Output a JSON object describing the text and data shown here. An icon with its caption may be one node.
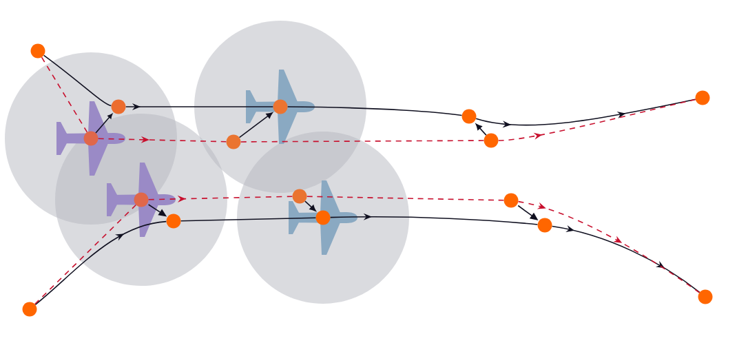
{
  "diagram": {
    "nodes": [
      {
        "text": [],
        "shape": "circle"
      },
      {
        "text": [],
        "shape": "circle"
      },
      {
        "text": [],
        "shape": "circle"
      },
      {
        "text": [],
        "shape": "circle"
      },
      {
        "text": [],
        "shape": "circle"
      },
      {
        "text": [],
        "shape": "circle"
      },
      {
        "text": [],
        "shape": "circle"
      },
      {
        "text": [],
        "shape": "circle"
      },
      {
        "text": [],
        "shape": "circle"
      },
      {
        "text": [],
        "shape": "circle"
      },
      {
        "text": [],
        "shape": "circle"
      },
      {
        "text": [],
        "shape": "circle"
      },
      {
        "text": [],
        "shape": "circle"
      },
      {
        "text": [],
        "shape": "circle"
      },
      {
        "text": [],
        "shape": "circle"
      },
      {
        "text": [],
        "shape": "circle"
      }
    ],
    "edges": [
      {
        "from": 0,
        "to": 1,
        "arrow": "none"
      },
      {
        "from": 1,
        "to": 4,
        "arrow": "to"
      },
      {
        "from": 4,
        "to": 5,
        "arrow": "none"
      },
      {
        "from": 5,
        "to": 7,
        "arrow": "to"
      },
      {
        "from": 0,
        "to": 2,
        "arrow": "none",
        "style": "dashed",
        "color": "#c8102e"
      },
      {
        "from": 2,
        "to": 3,
        "arrow": "to",
        "style": "dashed",
        "color": "#c8102e"
      },
      {
        "from": 3,
        "to": 6,
        "arrow": "none",
        "style": "dashed",
        "color": "#c8102e"
      },
      {
        "from": 6,
        "to": 7,
        "arrow": "to",
        "style": "dashed",
        "color": "#c8102e"
      },
      {
        "from": 2,
        "to": 1,
        "arrow": "to"
      },
      {
        "from": 3,
        "to": 4,
        "arrow": "to"
      },
      {
        "from": 6,
        "to": 5,
        "arrow": "to"
      },
      {
        "from": 8,
        "to": 10,
        "arrow": "to"
      },
      {
        "from": 10,
        "to": 12,
        "arrow": "none"
      },
      {
        "from": 12,
        "to": 14,
        "arrow": "to"
      },
      {
        "from": 14,
        "to": 15,
        "arrow": "to"
      },
      {
        "from": 8,
        "to": 9,
        "arrow": "none",
        "style": "dashed",
        "color": "#c8102e"
      },
      {
        "from": 9,
        "to": 11,
        "arrow": "to",
        "style": "dashed",
        "color": "#c8102e"
      },
      {
        "from": 11,
        "to": 13,
        "arrow": "none",
        "style": "dashed",
        "color": "#c8102e"
      },
      {
        "from": 13,
        "to": 15,
        "arrow": "to",
        "style": "dashed",
        "color": "#c8102e"
      },
      {
        "from": 9,
        "to": 10,
        "arrow": "to"
      },
      {
        "from": 11,
        "to": 12,
        "arrow": "to"
      },
      {
        "from": 13,
        "to": 14,
        "arrow": "to"
      }
    ]
  }
}
